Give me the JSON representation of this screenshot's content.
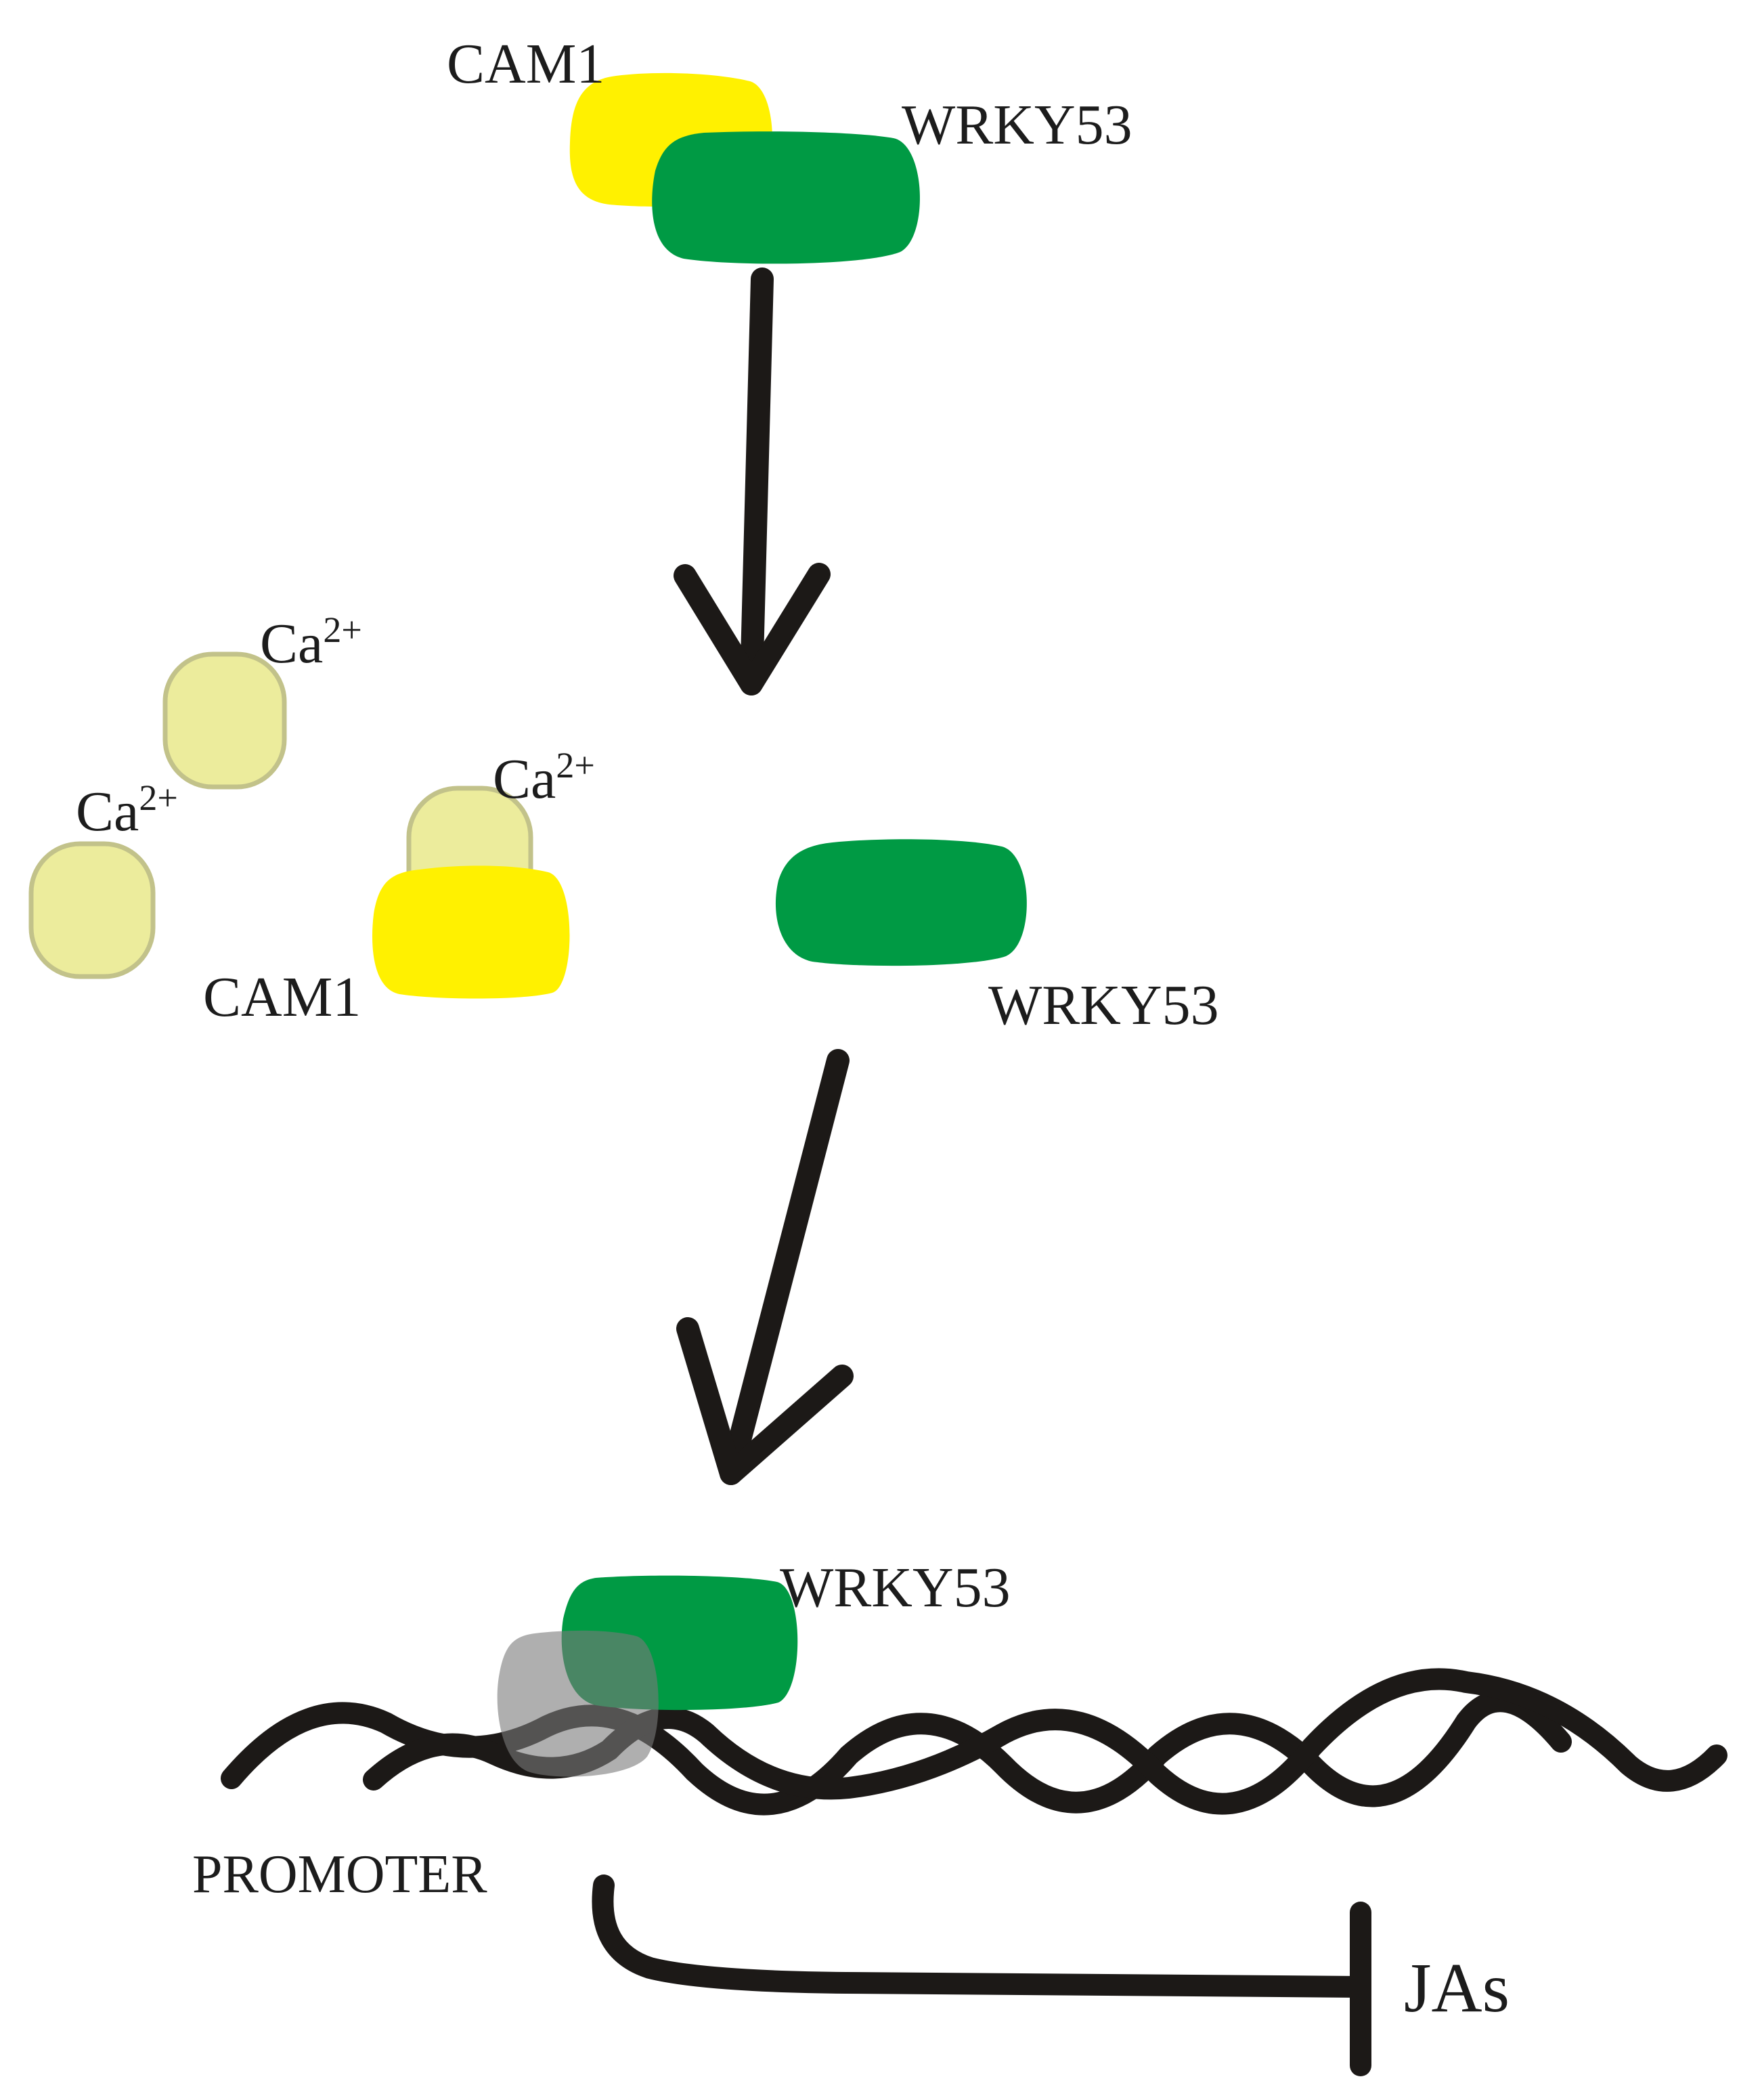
{
  "colors": {
    "cam1": "#fff100",
    "wrky53": "#009a44",
    "calcium": "#ecec9c",
    "calcium_stroke": "#c2c28a",
    "promoter_box": "#7a7a7a",
    "line": "#1c1917"
  },
  "labels": {
    "top_cam1": "CAM1",
    "top_wrky53": "WRKY53",
    "ca_ion_1_base": "Ca",
    "ca_ion_1_sup": "2+",
    "ca_ion_2_base": "Ca",
    "ca_ion_2_sup": "2+",
    "ca_ion_3_base": "Ca",
    "ca_ion_3_sup": "2+",
    "mid_cam1": "CAM1",
    "mid_wrky53": "WRKY53",
    "bottom_wrky53": "WRKY53",
    "promoter": "PROMOTER",
    "jas": "JAs"
  }
}
